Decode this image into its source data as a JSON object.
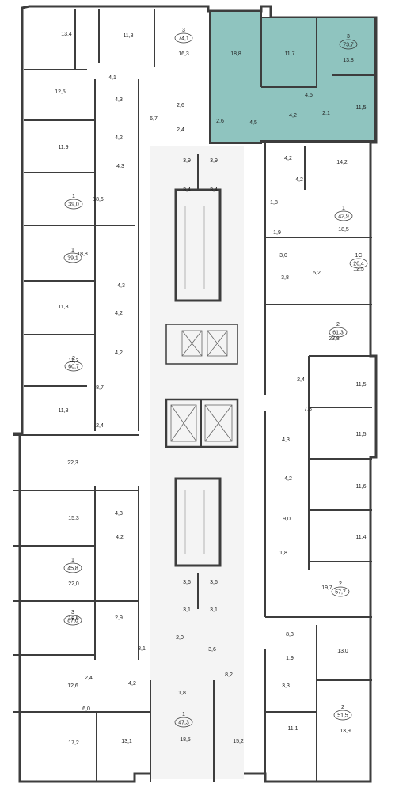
{
  "colors": {
    "wall": "#3d3d3d",
    "wall_light": "#8a8a8a",
    "highlight": "#8fc4bf",
    "background": "#ffffff",
    "hall": "#f4f4f4"
  },
  "highlighted_apartment": {
    "rooms": "3",
    "area": "73,7"
  },
  "apartments": [
    {
      "rooms": "3",
      "area": "74,1"
    },
    {
      "rooms": "3",
      "area": "73,7"
    },
    {
      "rooms": "1",
      "area": "39,0"
    },
    {
      "rooms": "1",
      "area": "42,9"
    },
    {
      "rooms": "1",
      "area": "39,1"
    },
    {
      "rooms": "1С",
      "area": "26,4"
    },
    {
      "rooms": "2",
      "area": "61,3"
    },
    {
      "rooms": "2",
      "area": "60,7"
    },
    {
      "rooms": "1",
      "area": "45,8"
    },
    {
      "rooms": "2",
      "area": "57,7"
    },
    {
      "rooms": "3",
      "area": "87,0"
    },
    {
      "rooms": "2",
      "area": "51,5"
    },
    {
      "rooms": "1",
      "area": "47,3"
    }
  ],
  "room_areas": [
    "13,4",
    "11,8",
    "16,3",
    "18,8",
    "11,7",
    "13,8",
    "12,5",
    "4,1",
    "4,3",
    "4,2",
    "6,7",
    "2,6",
    "2,4",
    "2,6",
    "4,5",
    "4,5",
    "4,2",
    "2,1",
    "11,5",
    "11,9",
    "4,3",
    "3,9",
    "3,9",
    "3,4",
    "3,4",
    "4,2",
    "14,2",
    "4,2",
    "18,6",
    "1,8",
    "18,5",
    "1,9",
    "18,8",
    "3,0",
    "5,2",
    "12,5",
    "3,8",
    "11,8",
    "4,3",
    "4,2",
    "23,8",
    "11,3",
    "4,2",
    "2,4",
    "11,5",
    "8,7",
    "11,8",
    "2,4",
    "7,8",
    "11,5",
    "22,3",
    "4,3",
    "4,2",
    "11,6",
    "15,3",
    "4,3",
    "4,2",
    "9,0",
    "11,4",
    "1,8",
    "3,6",
    "3,6",
    "22,0",
    "3,1",
    "3,1",
    "19,7",
    "2,9",
    "18,5",
    "8,1",
    "2,0",
    "8,3",
    "3,6",
    "13,0",
    "1,9",
    "12,6",
    "2,4",
    "6,0",
    "4,2",
    "1,8",
    "8,2",
    "3,3",
    "17,2",
    "13,1",
    "18,5",
    "15,2",
    "11,1",
    "13,9"
  ]
}
